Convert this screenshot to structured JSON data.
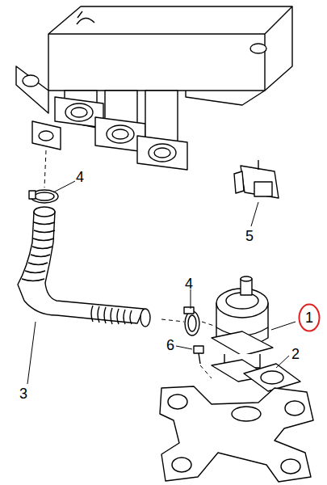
{
  "diagram": {
    "nodes": [
      {
        "text": [
          "1"
        ]
      }
    ],
    "labels": [
      "4",
      "5",
      "4",
      "6",
      "2",
      "3"
    ]
  }
}
